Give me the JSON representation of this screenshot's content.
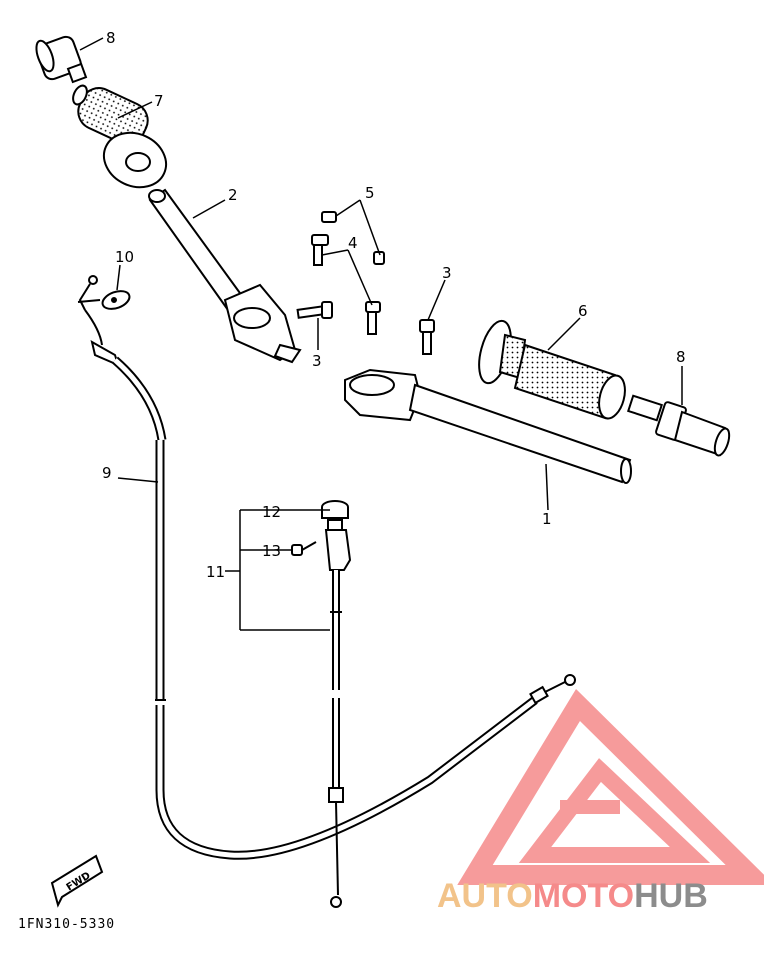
{
  "diagram": {
    "callouts": [
      "8",
      "7",
      "2",
      "5",
      "4",
      "3",
      "3",
      "6",
      "8",
      "10",
      "9",
      "12",
      "13",
      "11",
      "1"
    ],
    "part_code": "1FN310-5330",
    "fwd_label": "FWD"
  },
  "watermark": {
    "brand_part1": "AUTO",
    "brand_part2": "MOTO",
    "brand_part3": "HUB",
    "colors": {
      "auto": "#F2C38A",
      "moto": "#F58A8A",
      "hub": "#8C8C8C",
      "logo": "#F58A8A"
    }
  }
}
